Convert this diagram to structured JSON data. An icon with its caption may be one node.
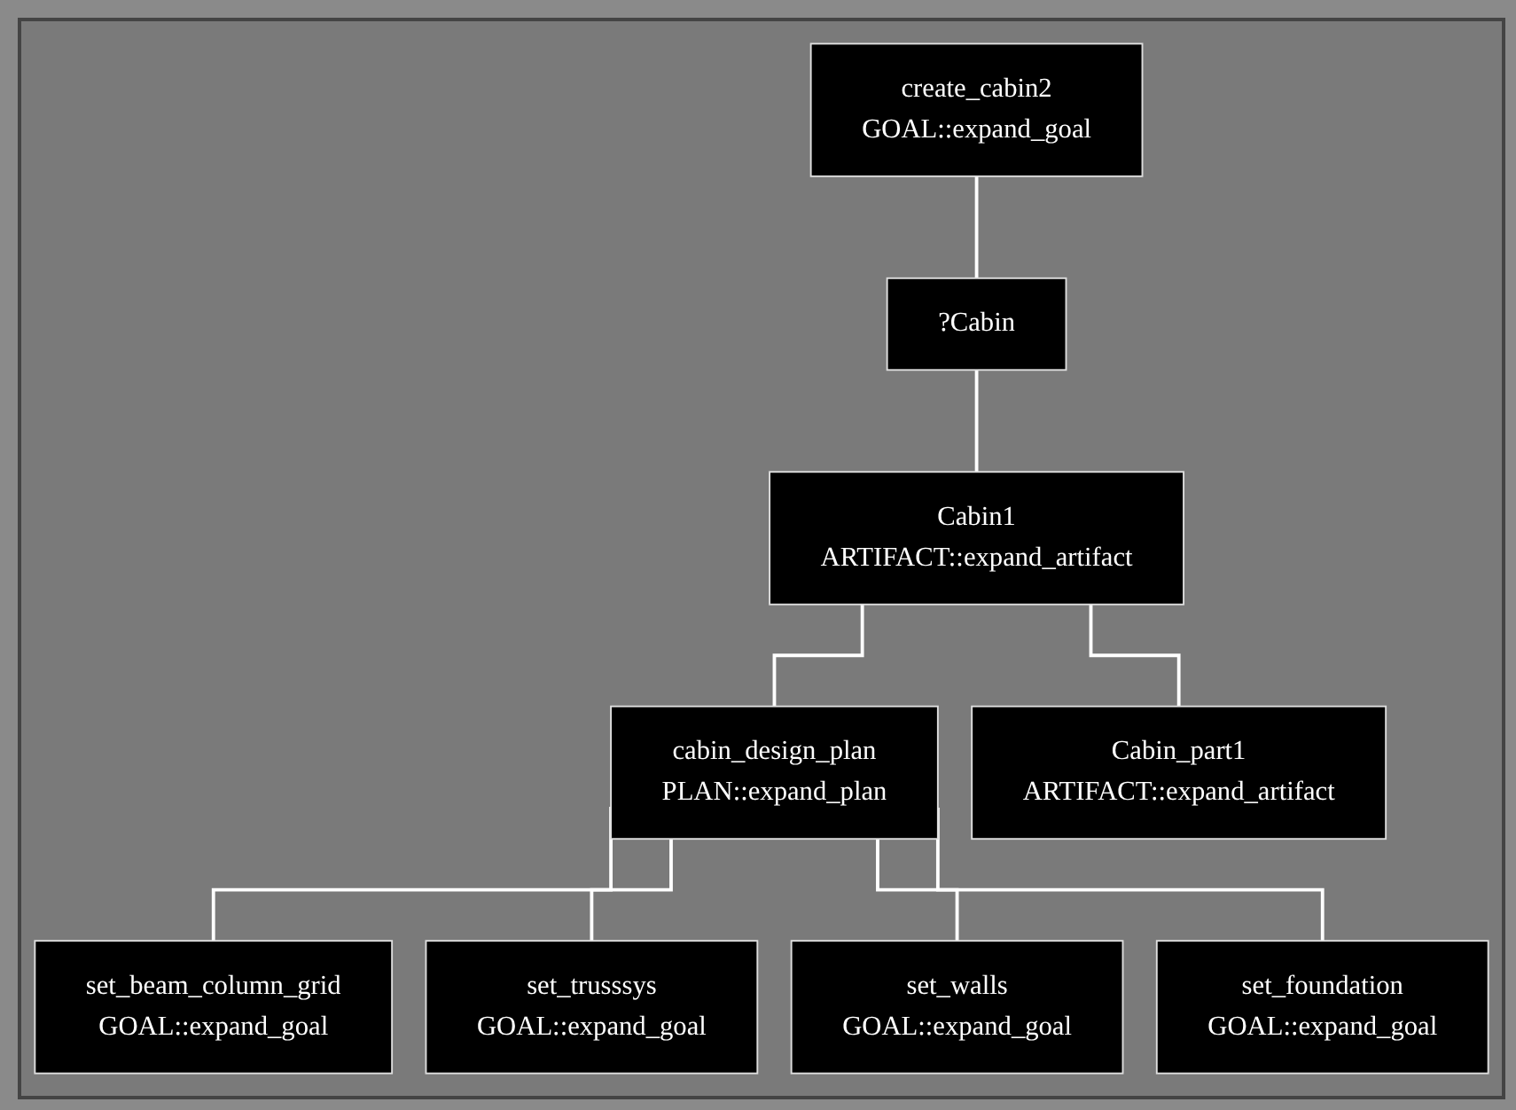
{
  "diagram": {
    "nodes": [
      {
        "text": [
          "create_cabin2",
          "GOAL::expand_goal"
        ]
      },
      {
        "text": [
          "?Cabin"
        ]
      },
      {
        "text": [
          "Cabin1",
          "ARTIFACT::expand_artifact"
        ]
      },
      {
        "text": [
          "cabin_design_plan",
          "PLAN::expand_plan"
        ]
      },
      {
        "text": [
          "Cabin_part1",
          "ARTIFACT::expand_artifact"
        ]
      },
      {
        "text": [
          "set_beam_column_grid",
          "GOAL::expand_goal"
        ]
      },
      {
        "text": [
          "set_trusssys",
          "GOAL::expand_goal"
        ]
      },
      {
        "text": [
          "set_walls",
          "GOAL::expand_goal"
        ]
      },
      {
        "text": [
          "set_foundation",
          "GOAL::expand_goal"
        ]
      }
    ],
    "edges": [
      {
        "from": 0,
        "to": 1,
        "arrow": "none"
      },
      {
        "from": 1,
        "to": 2,
        "arrow": "none"
      },
      {
        "from": 2,
        "to": 3,
        "arrow": "none"
      },
      {
        "from": 2,
        "to": 4,
        "arrow": "none"
      },
      {
        "from": 3,
        "to": 5,
        "arrow": "none"
      },
      {
        "from": 3,
        "to": 6,
        "arrow": "none"
      },
      {
        "from": 3,
        "to": 7,
        "arrow": "none"
      },
      {
        "from": 3,
        "to": 8,
        "arrow": "none"
      }
    ]
  }
}
